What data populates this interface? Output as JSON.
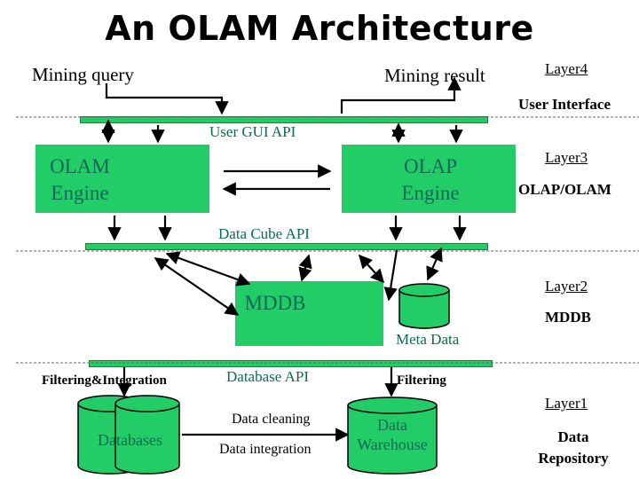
{
  "title": "An OLAM Architecture",
  "top": {
    "mining_query": "Mining query",
    "mining_result": "Mining result"
  },
  "layers": {
    "layer4": {
      "name": "Layer4",
      "desc": "User Interface"
    },
    "layer3": {
      "name": "Layer3",
      "desc": "OLAP/OLAM"
    },
    "layer2": {
      "name": "Layer2",
      "desc": "MDDB"
    },
    "layer1": {
      "name": "Layer1",
      "desc_line1": "Data",
      "desc_line2": "Repository"
    }
  },
  "apis": {
    "user_gui": "User GUI API",
    "data_cube": "Data Cube API",
    "database": "Database API"
  },
  "engines": {
    "olam_line1": "OLAM",
    "olam_line2": "Engine",
    "olap_line1": "OLAP",
    "olap_line2": "Engine"
  },
  "stores": {
    "mddb": "MDDB",
    "meta_data": "Meta Data",
    "databases": "Databases",
    "warehouse_line1": "Data",
    "warehouse_line2": "Warehouse"
  },
  "processes": {
    "filtering_integration": "Filtering&Integration",
    "filtering": "Filtering",
    "data_cleaning": "Data cleaning",
    "data_integration": "Data integration"
  },
  "colors": {
    "box_fill": "#22cc66",
    "label_teal": "#0b6b52",
    "line": "#000000"
  }
}
